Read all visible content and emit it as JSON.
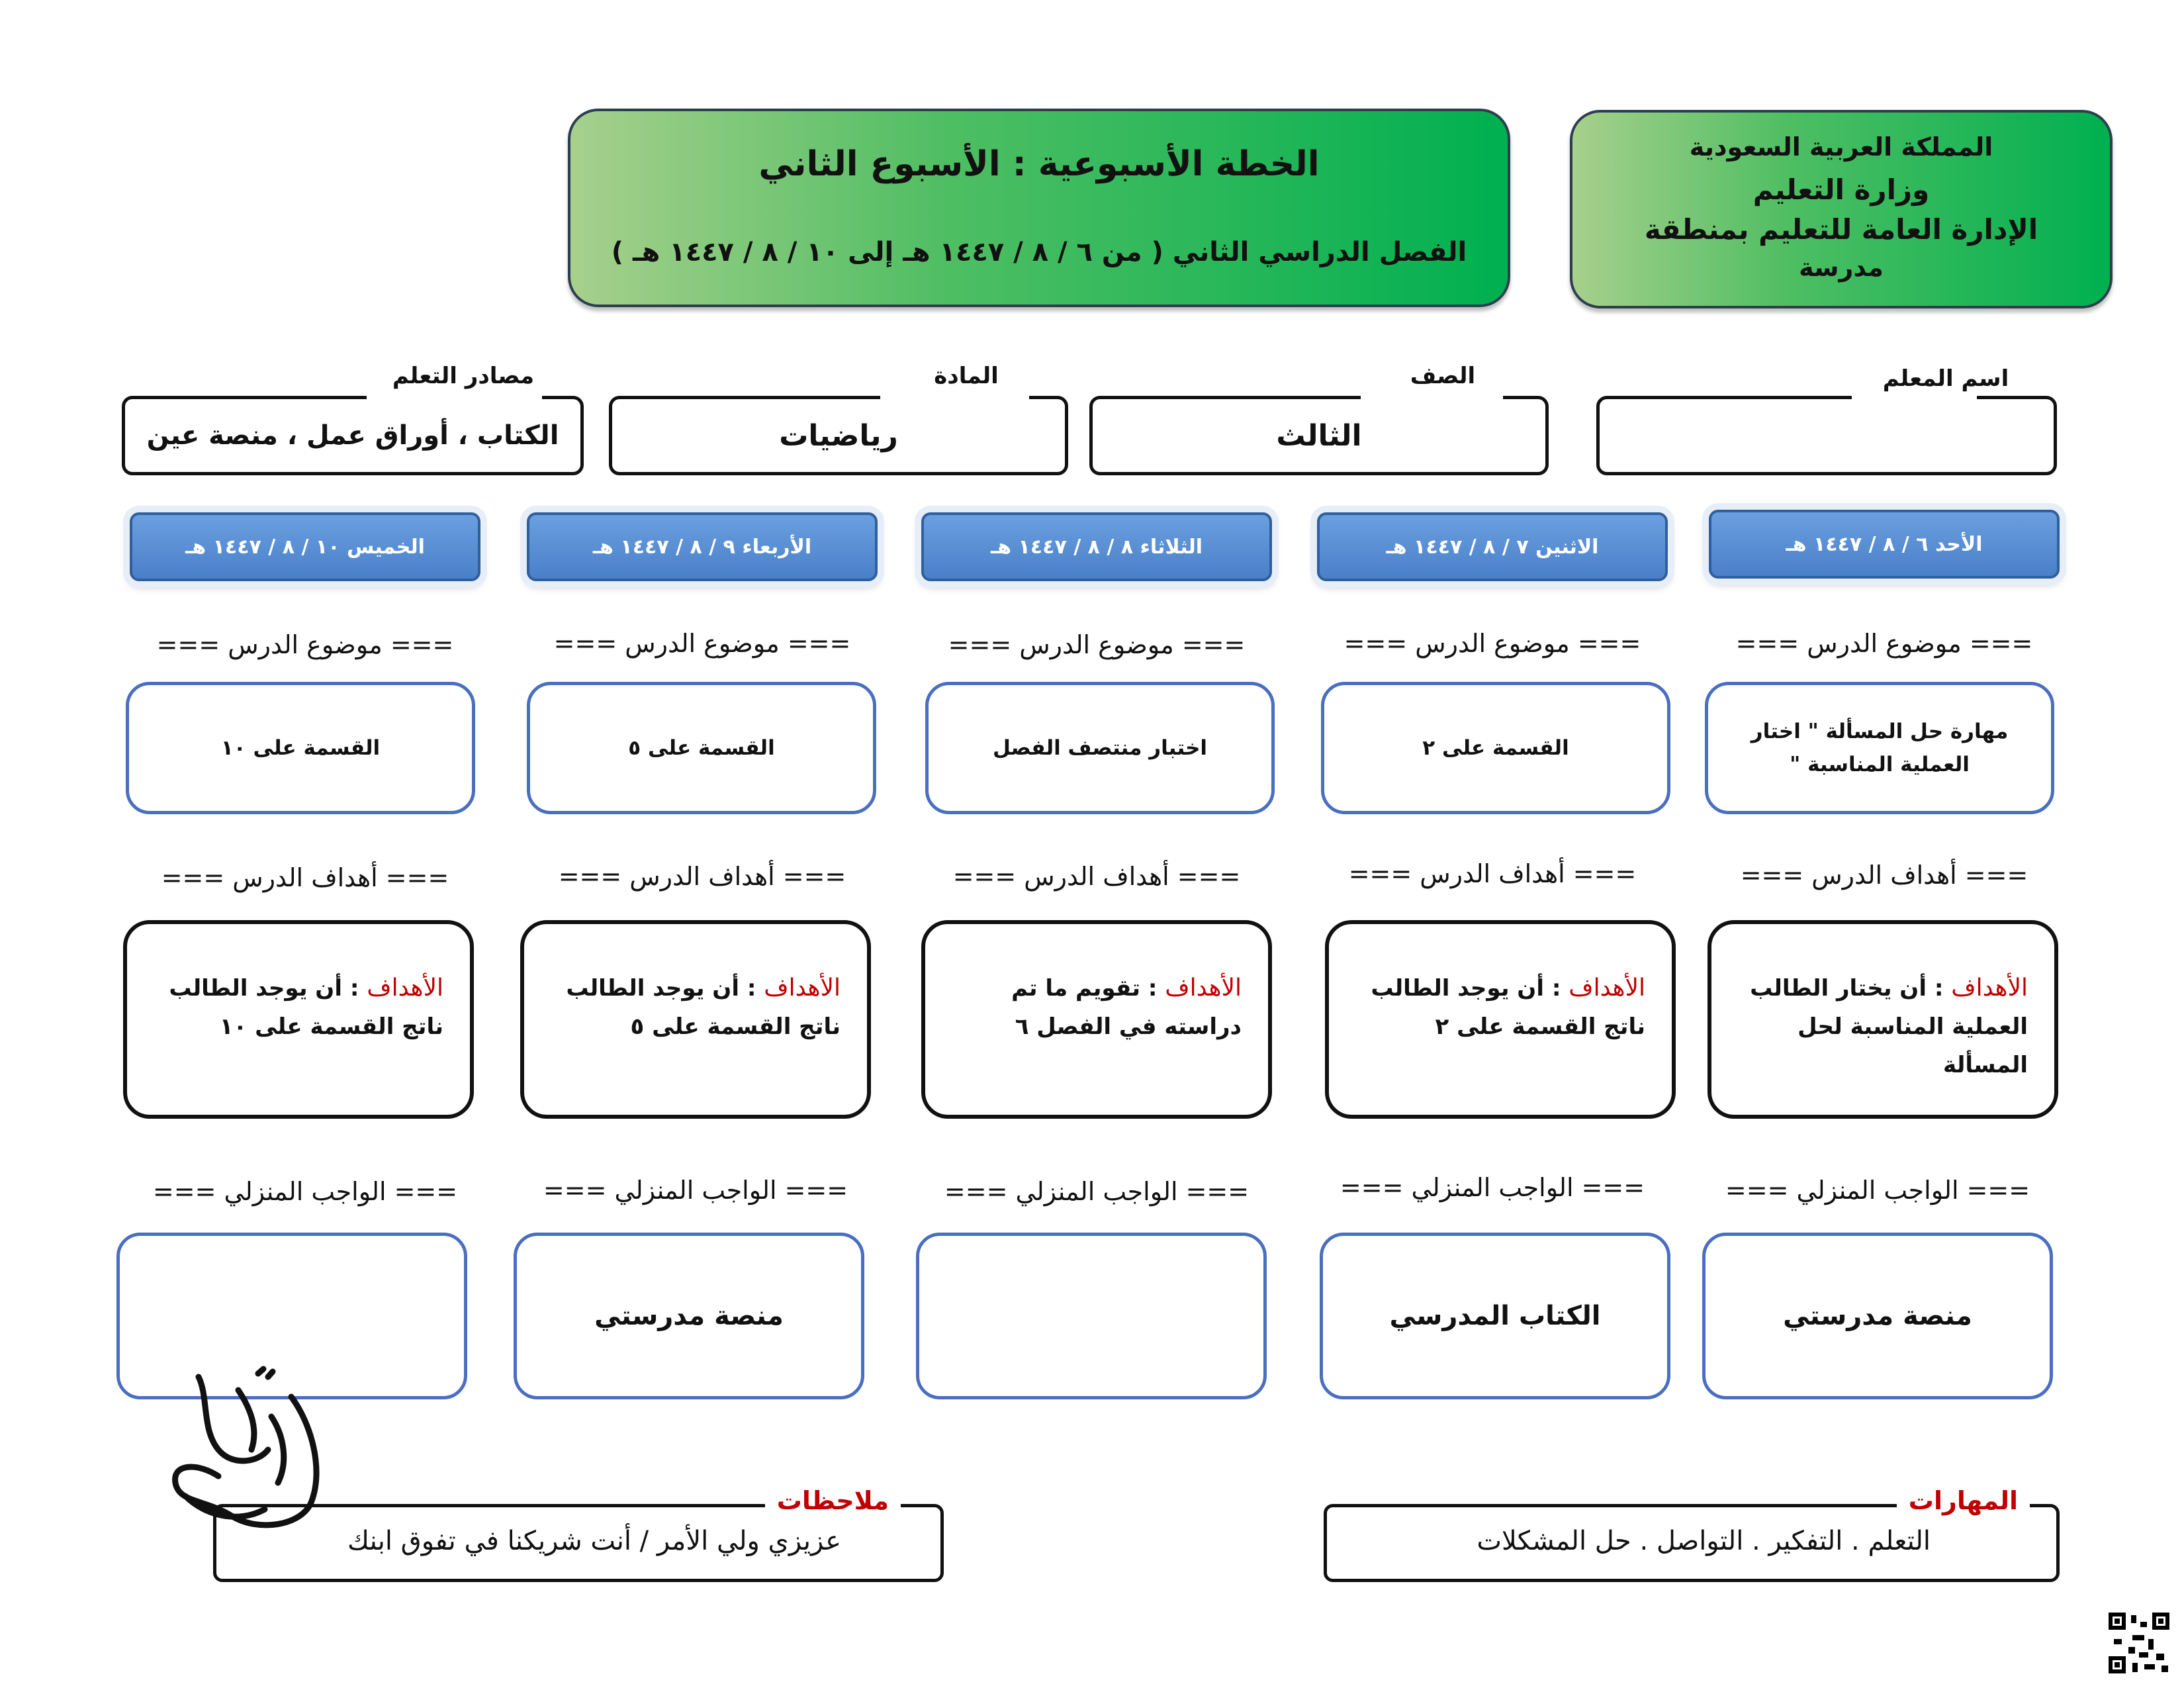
{
  "header": {
    "kingdom": "المملكة العربية السعودية",
    "ministry": "وزارة التعليم",
    "administration": "الإدارة العامة للتعليم بمنطقة",
    "school": "مدرسة",
    "plan_title": "الخطة الأسبوعية : الأسبوع الثاني",
    "plan_period": "الفصل الدراسي الثاني ( من ٦ / ٨ / ١٤٤٧ هـ إلى ١٠ / ٨ / ١٤٤٧ هـ )"
  },
  "info": {
    "teacher_label": "اسم المعلم",
    "teacher_value": "",
    "grade_label": "الصف",
    "grade_value": "الثالث",
    "subject_label": "المادة",
    "subject_value": "رياضيات",
    "sources_label": "مصادر التعلم",
    "sources_value": "الكتاب ، أوراق عمل ، منصة عين"
  },
  "section_titles": {
    "topic": "=== موضوع الدرس ===",
    "goals": "=== أهداف الدرس ===",
    "homework": "=== الواجب المنزلي ==="
  },
  "goal_key": "الأهداف",
  "days": [
    {
      "date": "الأحد ٦ / ٨ / ١٤٤٧ هـ",
      "topic": "مهارة حل المسألة \" اختار العملية المناسبة \"",
      "goal": ": أن يختار الطالب العملية المناسبة لحل المسألة",
      "homework": "منصة مدرستي"
    },
    {
      "date": "الاثنين ٧ / ٨ / ١٤٤٧ هـ",
      "topic": "القسمة على ٢",
      "goal": ": أن يوجد الطالب ناتج القسمة على ٢",
      "homework": "الكتاب المدرسي"
    },
    {
      "date": "الثلاثاء ٨ / ٨ / ١٤٤٧ هـ",
      "topic": "اختبار منتصف الفصل",
      "goal": ": تقويم ما تم دراسته في الفصل ٦",
      "homework": ""
    },
    {
      "date": "الأربعاء ٩ / ٨ / ١٤٤٧ هـ",
      "topic": "القسمة على ٥",
      "goal": ": أن يوجد الطالب ناتج القسمة على ٥",
      "homework": "منصة مدرستي"
    },
    {
      "date": "الخميس ١٠ / ٨ / ١٤٤٧ هـ",
      "topic": "القسمة على ١٠",
      "goal": ": أن يوجد الطالب ناتج القسمة على ١٠",
      "homework": ""
    }
  ],
  "skills": {
    "label": "المهارات",
    "value": "التعلم . التفكير . التواصل . حل المشكلات"
  },
  "notes": {
    "label": "ملاحظات",
    "value": "عزيزي ولي الأمر / أنت شريكنا في تفوق ابنك"
  },
  "signature": "أبو تركي",
  "colors": {
    "header_green": "#00b050",
    "day_blue": "#4a80c8",
    "box_border_blue": "#4a6fc0",
    "label_red": "#c00000"
  }
}
